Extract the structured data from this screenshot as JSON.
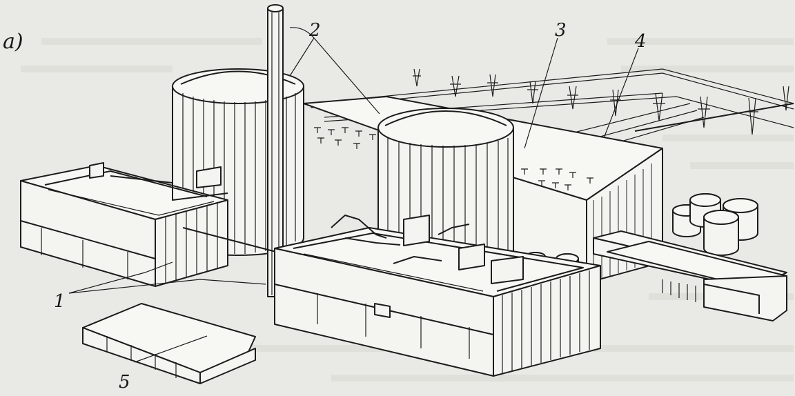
{
  "figure": {
    "panel_label": "a)",
    "callouts": [
      {
        "id": "1",
        "text": "1"
      },
      {
        "id": "2",
        "text": "2"
      },
      {
        "id": "3",
        "text": "3"
      },
      {
        "id": "4",
        "text": "4"
      },
      {
        "id": "5",
        "text": "5"
      }
    ]
  }
}
